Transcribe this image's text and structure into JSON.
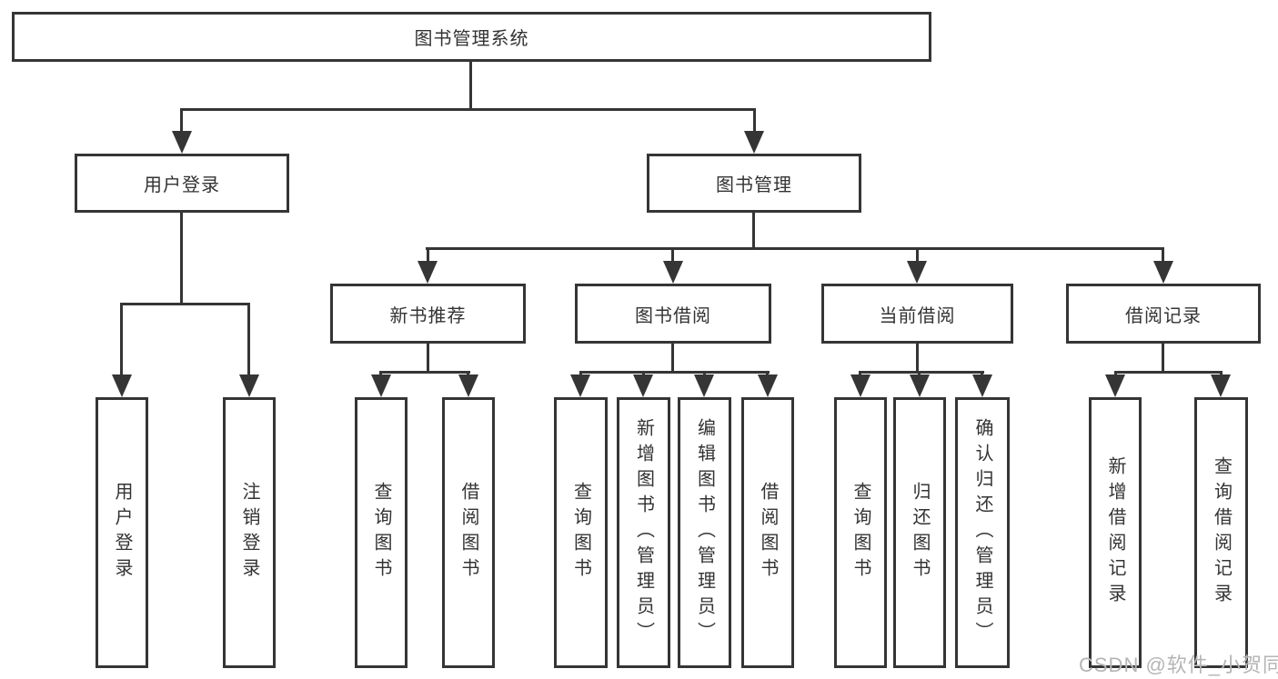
{
  "nodes": {
    "root": "图书管理系统",
    "user_login": "用户登录",
    "book_management": "图书管理",
    "new_book_recommend": "新书推荐",
    "book_borrowing": "图书借阅",
    "current_borrowing": "当前借阅",
    "borrowing_records": "借阅记录",
    "leaf_user_login": "用户登录",
    "leaf_logout": "注销登录",
    "leaf_rec_query_books": "查询图书",
    "leaf_rec_borrow_books": "借阅图书",
    "leaf_bb_query_books": "查询图书",
    "leaf_bb_add_books": "新增图书（管理员）",
    "leaf_bb_edit_books": "编辑图书（管理员）",
    "leaf_bb_borrow_books": "借阅图书",
    "leaf_cb_query_books": "查询图书",
    "leaf_cb_return_books": "归还图书",
    "leaf_cb_confirm_return": "确认归还（管理员）",
    "leaf_br_add_record": "新增借阅记录",
    "leaf_br_query_record": "查询借阅记录"
  },
  "watermark": "CSDN @软件_小贺同学"
}
